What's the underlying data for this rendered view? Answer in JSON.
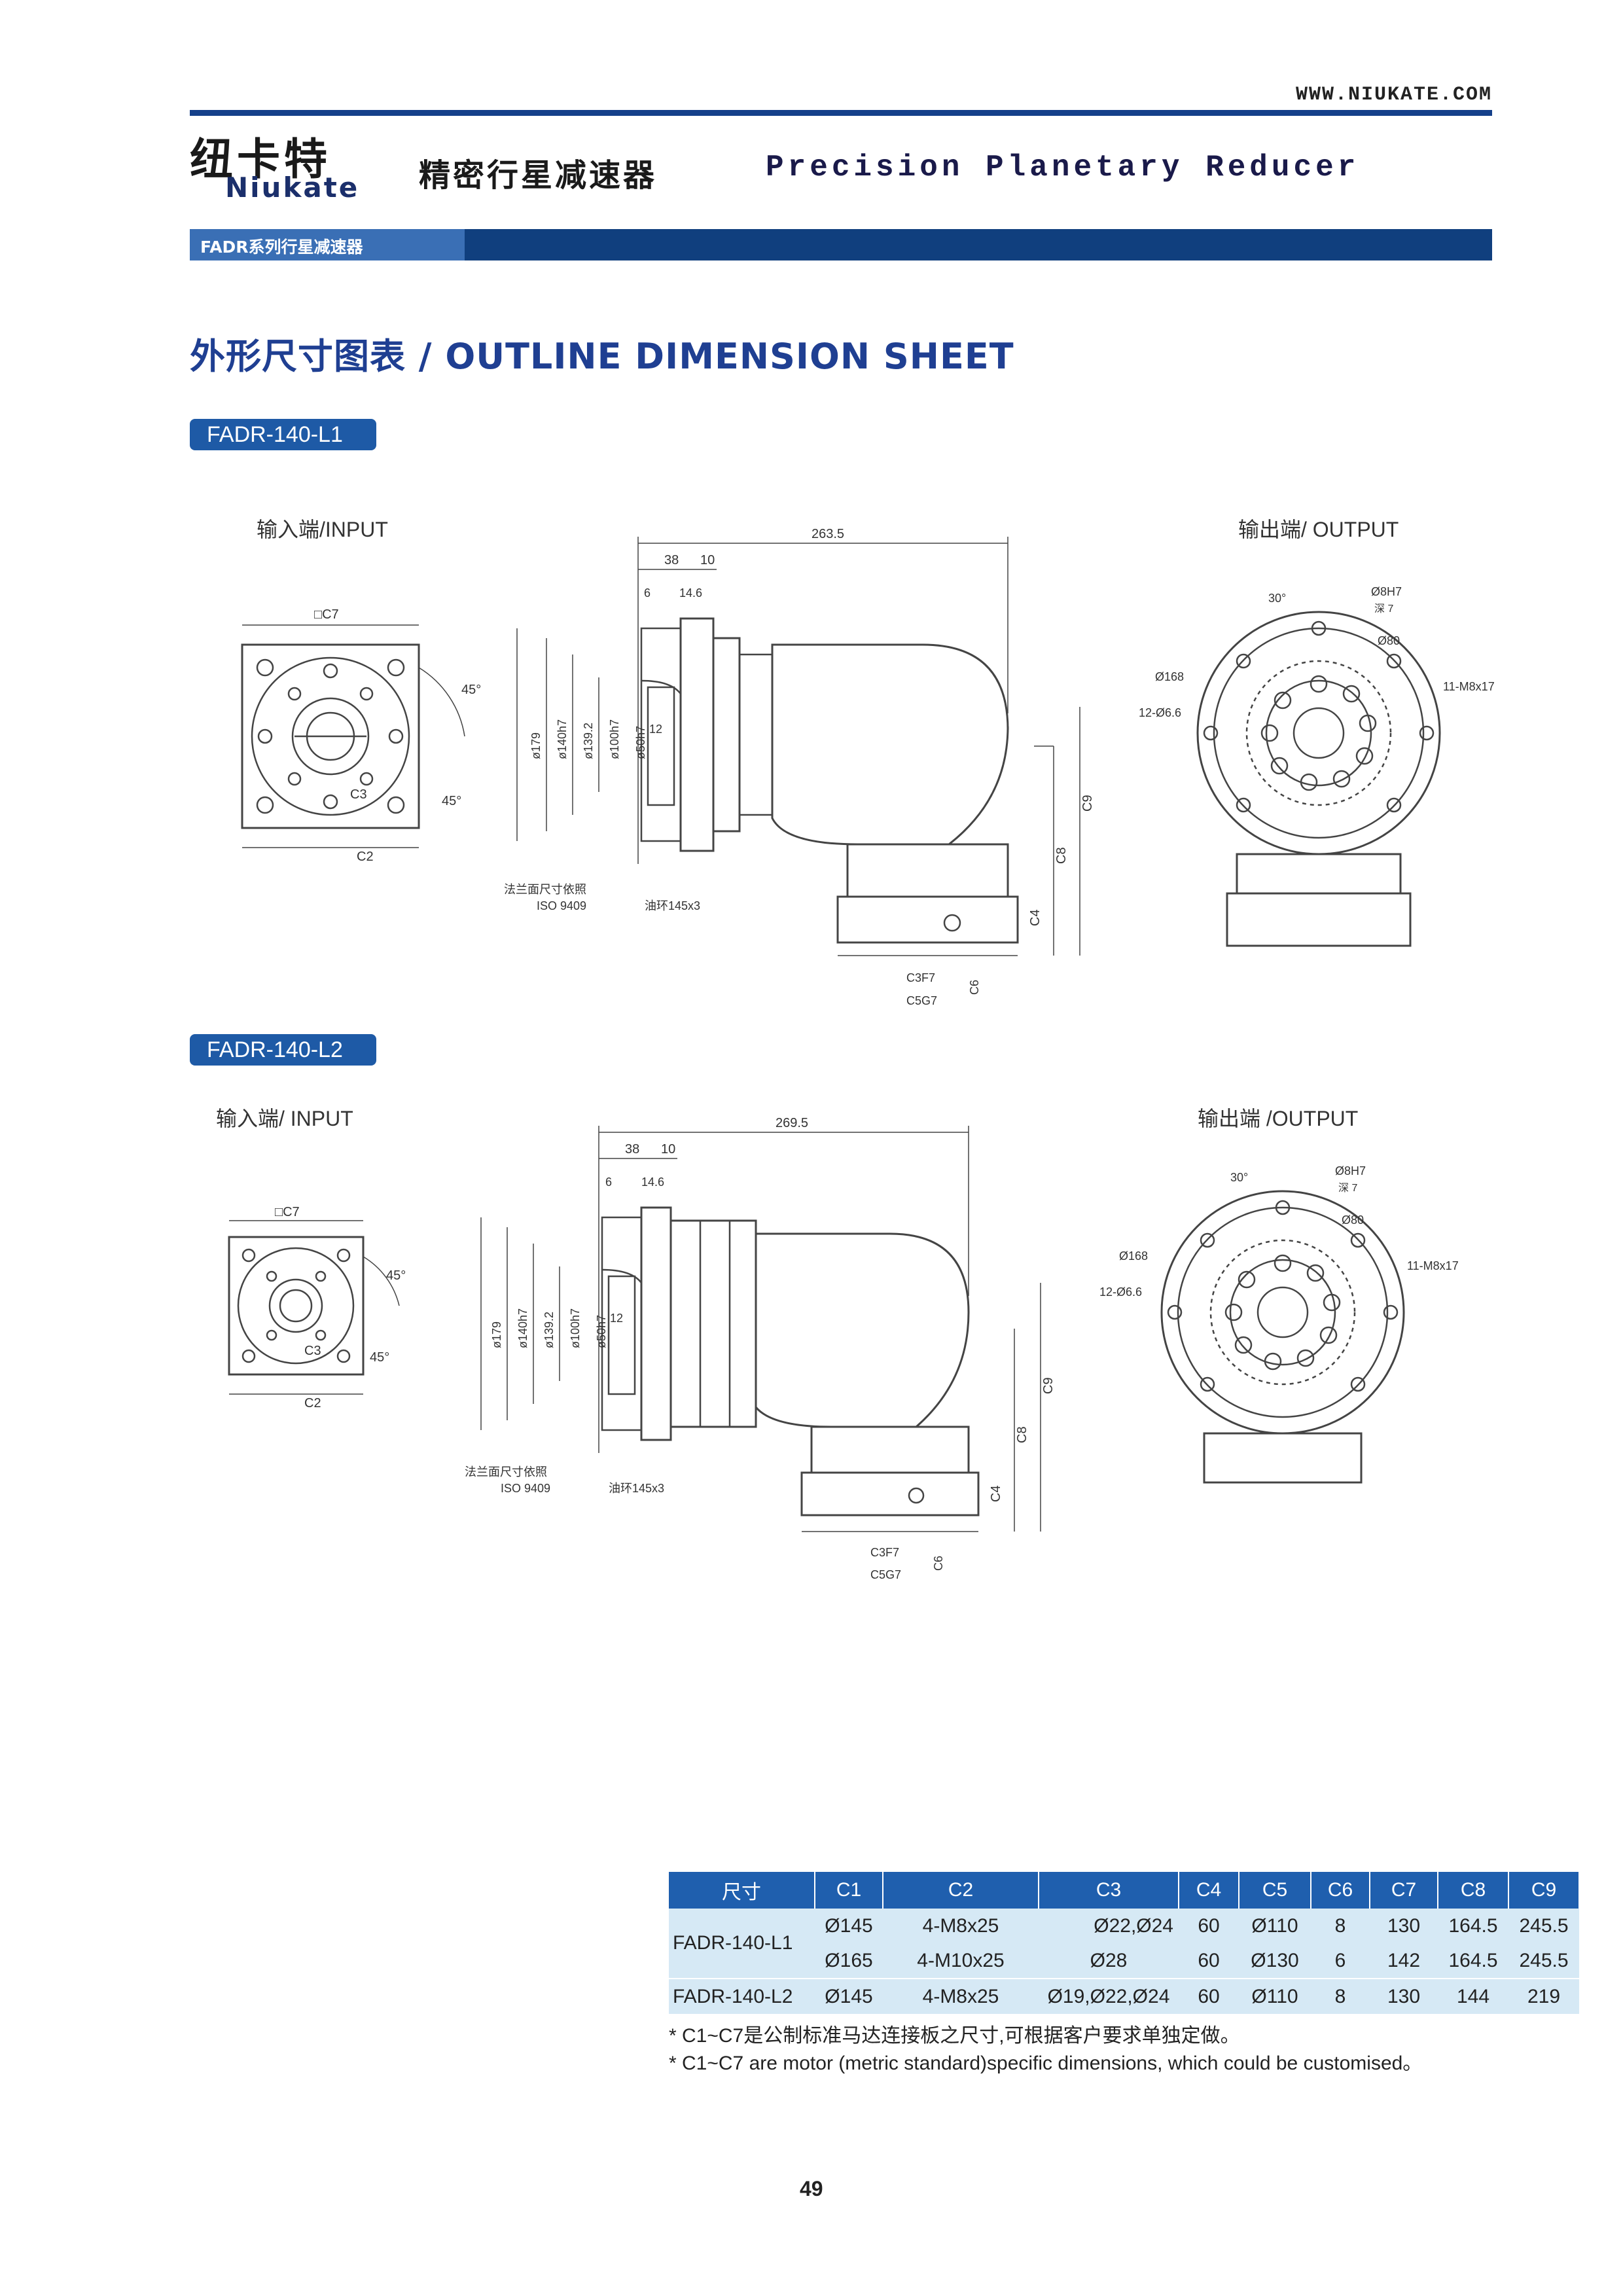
{
  "header": {
    "website": "WWW.NIUKATE.COM",
    "logo_cn": "纽卡特",
    "logo_en": "Niukate",
    "title_cn": "精密行星减速器",
    "title_en": "Precision Planetary Reducer",
    "series_label": "FADR系列行星减速器"
  },
  "sheet_title": "外形尺寸图表 / OUTLINE DIMENSION SHEET",
  "colors": {
    "brand_blue": "#15408a",
    "badge_blue": "#1e5aa6",
    "table_header": "#1f5fae",
    "table_row": "#d6e9f5"
  },
  "drawings": [
    {
      "model": "FADR-140-L1",
      "input_label": "输入端/INPUT",
      "output_label": "输出端/ OUTPUT",
      "labels": {
        "overall": "263.5",
        "d38": "38",
        "d10": "10",
        "d6": "6",
        "d146": "14.6",
        "d179": "ø179",
        "d140": "ø140h7",
        "d1392": "ø139.2",
        "d100": "ø100h7",
        "d50": "ø50h7",
        "d12": "12",
        "c1": "□C7",
        "c2": "C2",
        "c3": "C3",
        "a45": "45°",
        "c4": "C4",
        "c8": "C8",
        "c9": "C9",
        "c3f7": "C3F7",
        "c5g7": "C5G7",
        "c6": "C6",
        "flange_note": "法兰面尺寸依照",
        "iso": "ISO 9409",
        "oring": "油环145x3",
        "o30": "30°",
        "o8h7": "Ø8H7",
        "depth": "深 7",
        "o80": "Ø80",
        "o168": "Ø168",
        "o12": "12-Ø6.6",
        "o11": "11-M8x17"
      }
    },
    {
      "model": "FADR-140-L2",
      "input_label": "输入端/ INPUT",
      "output_label": "输出端 /OUTPUT",
      "labels": {
        "overall": "269.5",
        "d38": "38",
        "d10": "10",
        "d6": "6",
        "d146": "14.6",
        "d179": "ø179",
        "d140": "ø140h7",
        "d1392": "ø139.2",
        "d100": "ø100h7",
        "d50": "ø50h7",
        "d12": "12",
        "c1": "□C7",
        "c2": "C2",
        "c3": "C3",
        "a45": "45°",
        "c4": "C4",
        "c8": "C8",
        "c9": "C9",
        "c3f7": "C3F7",
        "c5g7": "C5G7",
        "c6": "C6",
        "flange_note": "法兰面尺寸依照",
        "iso": "ISO 9409",
        "oring": "油环145x3",
        "o30": "30°",
        "o8h7": "Ø8H7",
        "depth": "深 7",
        "o80": "Ø80",
        "o168": "Ø168",
        "o12": "12-Ø6.6",
        "o11": "11-M8x17"
      }
    }
  ],
  "table": {
    "headers": [
      "尺寸",
      "C1",
      "C2",
      "C3",
      "C4",
      "C5",
      "C6",
      "C7",
      "C8",
      "C9"
    ],
    "rows": [
      {
        "model": "FADR-140-L1",
        "cells": [
          "Ø145",
          "4-M8x25",
          "Ø22,Ø24",
          "60",
          "Ø110",
          "8",
          "130",
          "164.5",
          "245.5"
        ]
      },
      {
        "model": "",
        "cells": [
          "Ø165",
          "4-M10x25",
          "Ø28",
          "60",
          "Ø130",
          "6",
          "142",
          "164.5",
          "245.5"
        ]
      },
      {
        "model": "FADR-140-L2",
        "cells": [
          "Ø145",
          "4-M8x25",
          "Ø19,Ø22,Ø24",
          "60",
          "Ø110",
          "8",
          "130",
          "144",
          "219"
        ]
      }
    ]
  },
  "notes": [
    "* C1~C7是公制标准马达连接板之尺寸,可根据客户要求单独定做。",
    "* C1~C7 are motor (metric standard)specific dimensions, which could be customised。"
  ],
  "page_number": "49"
}
